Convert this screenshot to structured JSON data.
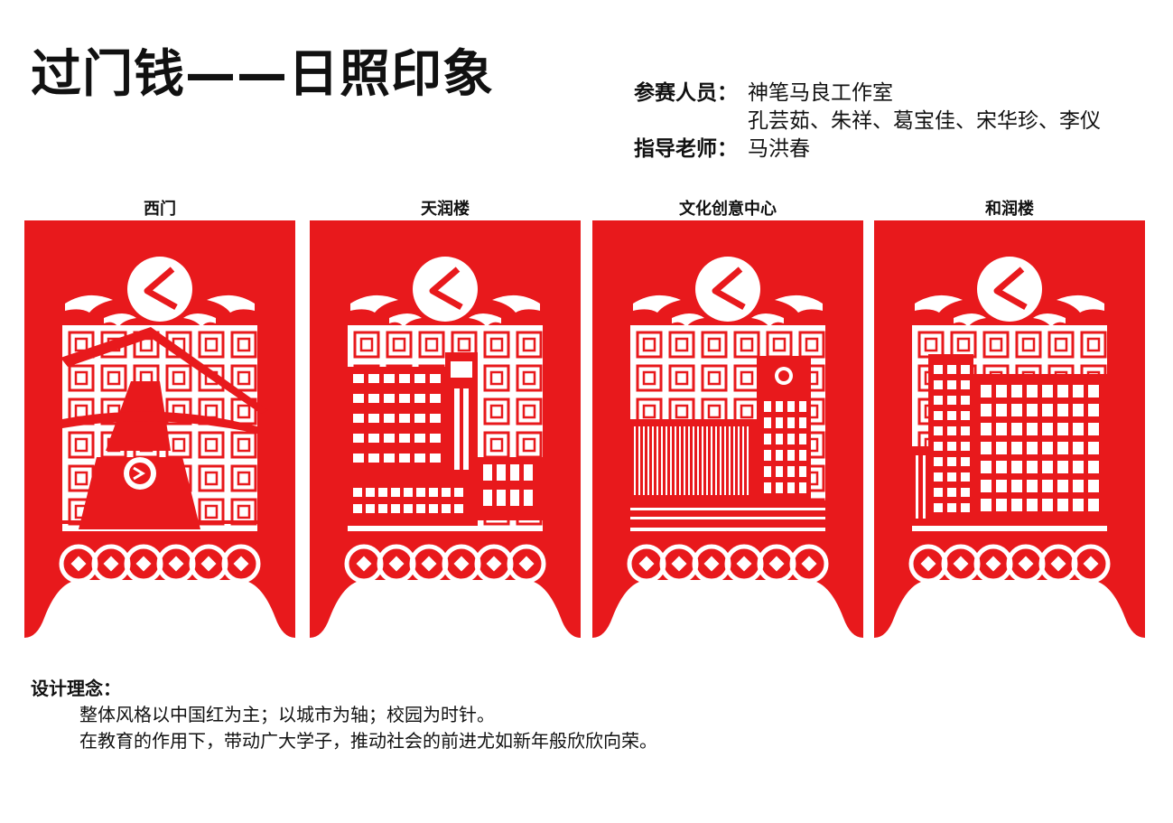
{
  "title": "过门钱——日照印象",
  "credits": {
    "participants_label": "参赛人员：",
    "participants_line1": "神笔马良工作室",
    "participants_line2": "孔芸茹、朱祥、葛宝佳、宋华珍、李仪",
    "advisor_label": "指导老师：",
    "advisor": "马洪春"
  },
  "panels": [
    {
      "caption": "西门",
      "building": "gate"
    },
    {
      "caption": "天润楼",
      "building": "tianrun"
    },
    {
      "caption": "文化创意中心",
      "building": "cultural"
    },
    {
      "caption": "和润楼",
      "building": "herun"
    }
  ],
  "concept": {
    "label": "设计理念：",
    "line1": "整体风格以中国红为主；以城市为轴；校园为时针。",
    "line2": "在教育的作用下，带动广大学子，推动社会的前进尤如新年般欣欣向荣。"
  },
  "colors": {
    "paper_red": "#e8191c",
    "background": "#ffffff"
  }
}
